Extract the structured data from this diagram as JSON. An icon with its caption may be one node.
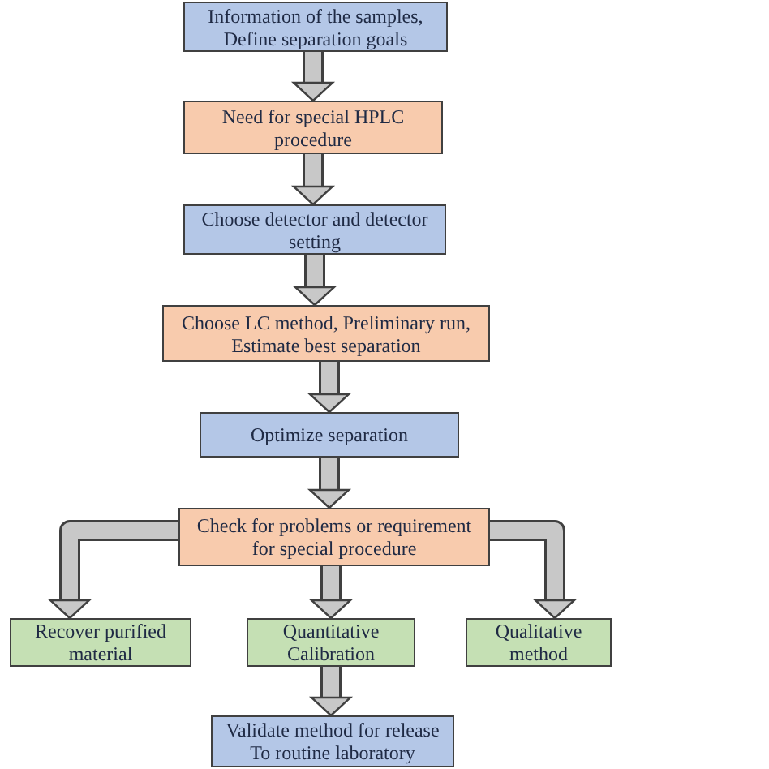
{
  "diagram": {
    "nodes": [
      {
        "text": [
          "Information of the samples, Define separation goals"
        ]
      },
      {
        "text": [
          "Need for special HPLC procedure"
        ]
      },
      {
        "text": [
          "Choose detector and detector setting"
        ]
      },
      {
        "text": [
          "Choose LC method, Preliminary run, Estimate best separation"
        ]
      },
      {
        "text": [
          "Optimize separation"
        ]
      },
      {
        "text": [
          "Check for problems or requirement for special procedure"
        ]
      },
      {
        "text": [
          "Recover purified material"
        ]
      },
      {
        "text": [
          "Quantitative Calibration"
        ]
      },
      {
        "text": [
          "Qualitative method"
        ]
      },
      {
        "text": [
          "Validate method for release To routine laboratory"
        ]
      }
    ],
    "edges": [
      {
        "from": 0,
        "to": 1,
        "arrow": "to"
      },
      {
        "from": 1,
        "to": 2,
        "arrow": "to"
      },
      {
        "from": 2,
        "to": 3,
        "arrow": "to"
      },
      {
        "from": 3,
        "to": 4,
        "arrow": "to"
      },
      {
        "from": 4,
        "to": 5,
        "arrow": "to"
      },
      {
        "from": 5,
        "to": 6,
        "arrow": "to"
      },
      {
        "from": 5,
        "to": 7,
        "arrow": "to"
      },
      {
        "from": 5,
        "to": 8,
        "arrow": "to"
      },
      {
        "from": 7,
        "to": 9,
        "arrow": "to"
      }
    ]
  }
}
